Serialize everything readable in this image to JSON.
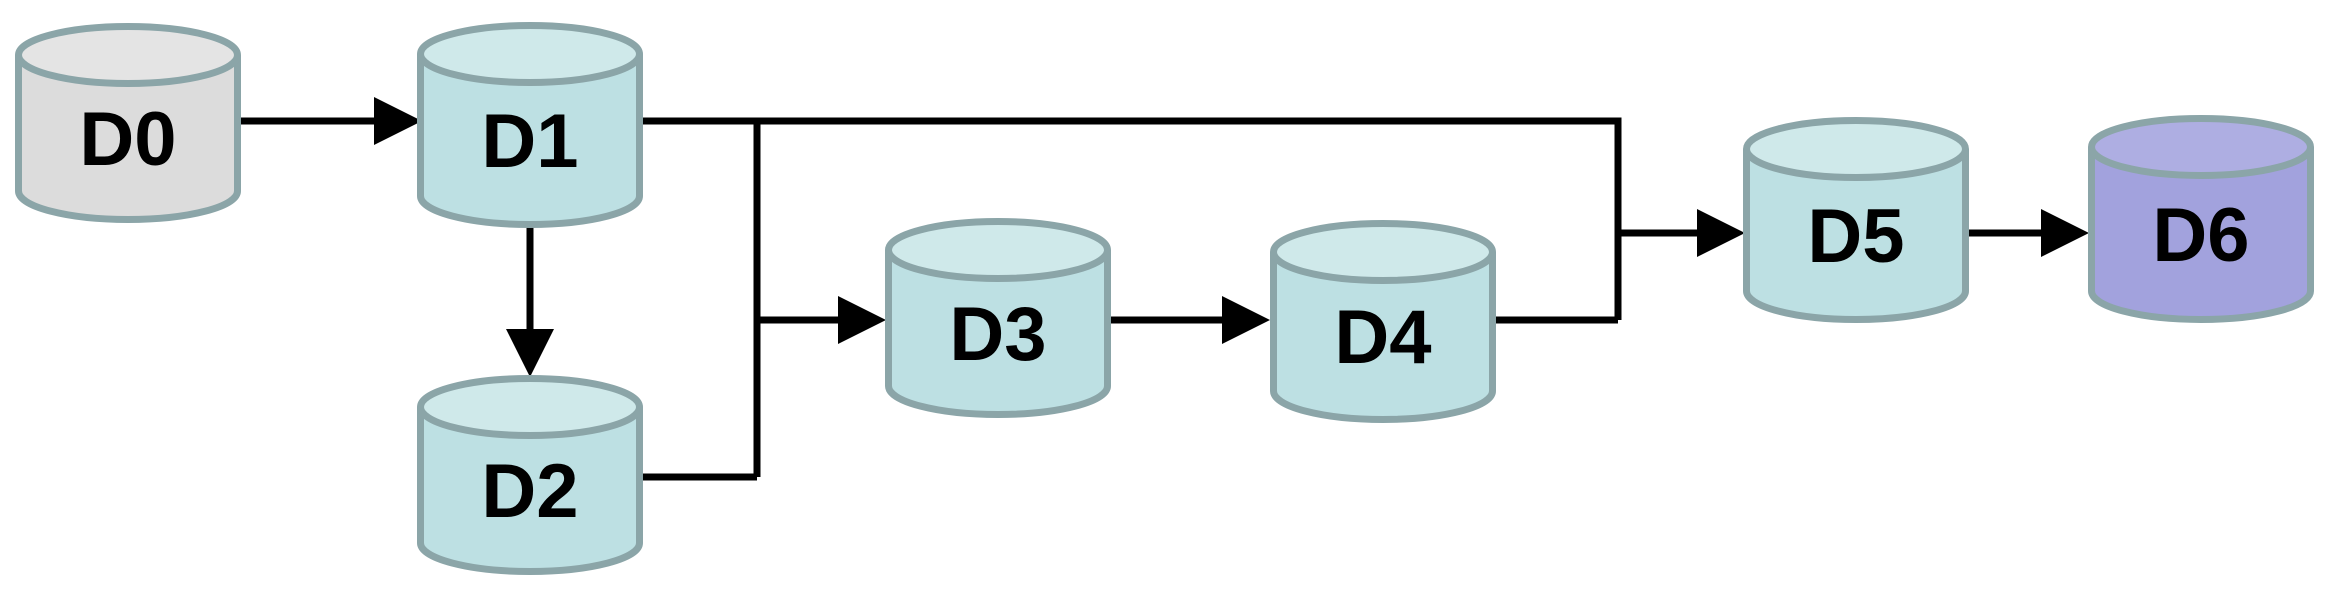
{
  "diagram": {
    "type": "flow",
    "background": "#ffffff",
    "colors": {
      "edge": "#000000",
      "node_border": "#8ba5a8",
      "label": "#000000"
    },
    "nodes": [
      {
        "id": "D0",
        "label": "D0",
        "shape": "cylinder",
        "fill": "#dcdcdc",
        "fill_top": "#e4e4e4"
      },
      {
        "id": "D1",
        "label": "D1",
        "shape": "cylinder",
        "fill": "#bde0e3",
        "fill_top": "#cfe9ea"
      },
      {
        "id": "D2",
        "label": "D2",
        "shape": "cylinder",
        "fill": "#bde0e3",
        "fill_top": "#cfe9ea"
      },
      {
        "id": "D3",
        "label": "D3",
        "shape": "cylinder",
        "fill": "#bde0e3",
        "fill_top": "#cfe9ea"
      },
      {
        "id": "D4",
        "label": "D4",
        "shape": "cylinder",
        "fill": "#bde0e3",
        "fill_top": "#cfe9ea"
      },
      {
        "id": "D5",
        "label": "D5",
        "shape": "cylinder",
        "fill": "#bde0e3",
        "fill_top": "#cfe9ea"
      },
      {
        "id": "D6",
        "label": "D6",
        "shape": "cylinder",
        "fill": "#a2a2dd",
        "fill_top": "#aeaee2"
      }
    ],
    "edges": [
      {
        "from": "D0",
        "to": "D1"
      },
      {
        "from": "D1",
        "to": "D2"
      },
      {
        "from": "D1",
        "to": "D3"
      },
      {
        "from": "D2",
        "to": "D3"
      },
      {
        "from": "D3",
        "to": "D4"
      },
      {
        "from": "D1",
        "to": "D5"
      },
      {
        "from": "D4",
        "to": "D5"
      },
      {
        "from": "D5",
        "to": "D6"
      }
    ]
  }
}
